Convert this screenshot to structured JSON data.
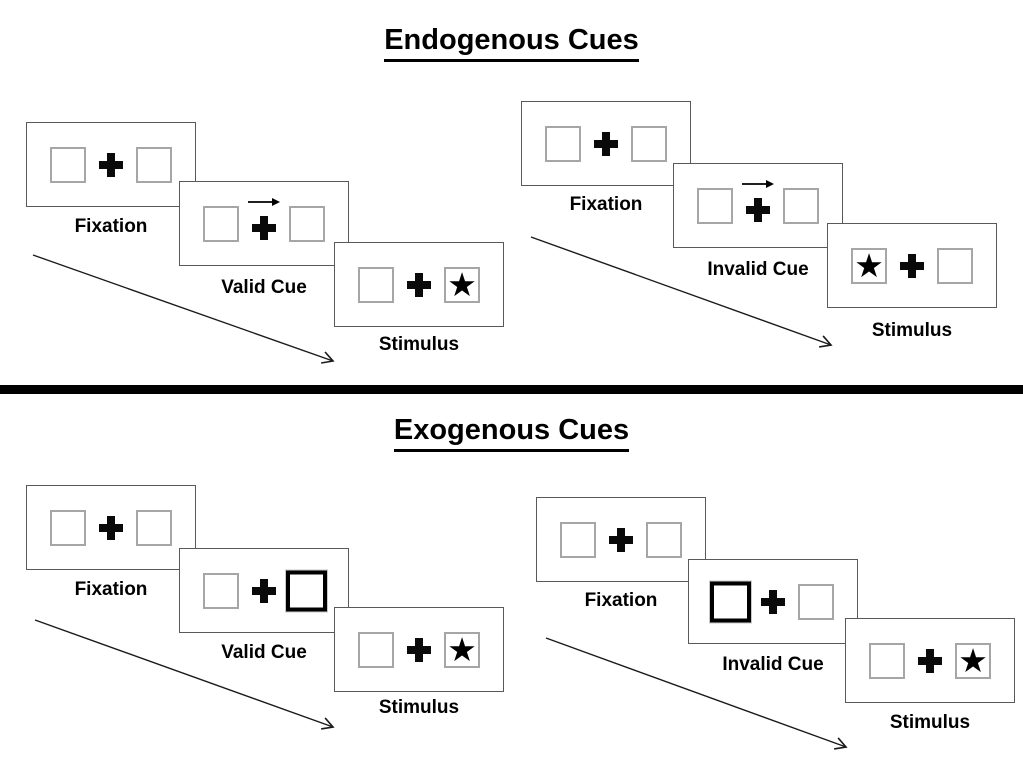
{
  "diagram": {
    "sections": [
      {
        "title": "Endogenous Cues",
        "sequences": [
          {
            "name": "valid-trial",
            "cue_type": "central-arrow-right",
            "panels": [
              {
                "type": "fixation",
                "label": "Fixation",
                "left_box": "empty",
                "right_box": "empty"
              },
              {
                "type": "cue",
                "label": "Valid Cue",
                "cue": "arrow-right-above-cross"
              },
              {
                "type": "stimulus",
                "label": "Stimulus",
                "star_position": "right"
              }
            ]
          },
          {
            "name": "invalid-trial",
            "cue_type": "central-arrow-right",
            "panels": [
              {
                "type": "fixation",
                "label": "Fixation",
                "left_box": "empty",
                "right_box": "empty"
              },
              {
                "type": "cue",
                "label": "Invalid Cue",
                "cue": "arrow-right-above-cross"
              },
              {
                "type": "stimulus",
                "label": "Stimulus",
                "star_position": "left"
              }
            ]
          }
        ]
      },
      {
        "title": "Exogenous Cues",
        "sequences": [
          {
            "name": "valid-trial",
            "cue_type": "peripheral-thick-box",
            "panels": [
              {
                "type": "fixation",
                "label": "Fixation",
                "left_box": "empty",
                "right_box": "empty"
              },
              {
                "type": "cue",
                "label": "Valid Cue",
                "cue": "thick-box-right"
              },
              {
                "type": "stimulus",
                "label": "Stimulus",
                "star_position": "right"
              }
            ]
          },
          {
            "name": "invalid-trial",
            "cue_type": "peripheral-thick-box",
            "panels": [
              {
                "type": "fixation",
                "label": "Fixation",
                "left_box": "empty",
                "right_box": "empty"
              },
              {
                "type": "cue",
                "label": "Invalid Cue",
                "cue": "thick-box-left"
              },
              {
                "type": "stimulus",
                "label": "Stimulus",
                "star_position": "right"
              }
            ]
          }
        ]
      }
    ],
    "glyphs": {
      "star": "★"
    },
    "colors": {
      "ink": "#000000",
      "panel_border": "#595959",
      "box_border": "#a6a6a6",
      "background": "#ffffff"
    }
  }
}
